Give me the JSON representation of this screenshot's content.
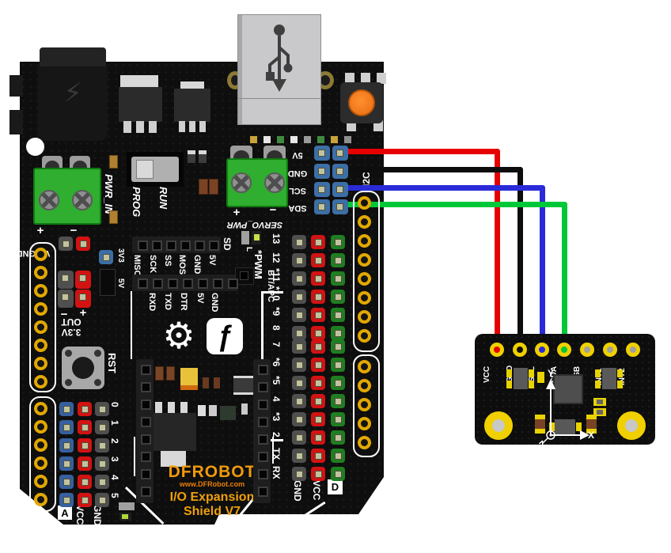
{
  "board": {
    "power_terminal": {
      "label": "PWR_IN",
      "plus": "+",
      "minus": "−"
    },
    "mode_switch": {
      "left": "PROG",
      "right": "RUN"
    },
    "servo_terminal": {
      "label": "SERVO_PWR",
      "plus": "+",
      "minus": "−"
    },
    "i2c_header": {
      "label": "I2C",
      "pins": [
        "5V",
        "GND",
        "SCL",
        "SDA"
      ]
    },
    "vin_out": {
      "label": "VINGND",
      "minus": "−",
      "plus": "+",
      "out_line1": "3.3V",
      "out_line2": "OUT"
    },
    "reset_button_label": "RST",
    "jumper": {
      "left": "3V3",
      "right": "5V"
    },
    "sd_header": {
      "label": "SD",
      "pins": [
        "MISO",
        "SCK",
        "SS",
        "MOSI",
        "GND",
        "5V"
      ]
    },
    "bt_header": {
      "label": "BT/APC",
      "pins": [
        "RXD",
        "TXD",
        "DTR",
        "5V",
        "GND"
      ]
    },
    "led_label": "L",
    "pwm_label": "*PWM",
    "digital": {
      "rows": [
        "13",
        "12",
        "*11",
        "*10",
        "*9",
        "8",
        "7",
        "*6",
        "*5",
        "4",
        "*3",
        "2",
        "TX",
        "RX"
      ],
      "cols": [
        "GND",
        "VCC",
        "D"
      ]
    },
    "analog": {
      "rows": [
        "0",
        "1",
        "2",
        "3",
        "4",
        "5"
      ],
      "cols": [
        "A",
        "VCC",
        "GND"
      ]
    },
    "logo": {
      "brand": "DFROBOT",
      "url": "www.DFRobot.com",
      "line1": "I/O Expansion",
      "line2": "Shield V7"
    }
  },
  "sensor": {
    "pins": [
      "VCC",
      "GND",
      "SCL",
      "SDA",
      "CSB",
      "INT1",
      "INT2"
    ],
    "axes": {
      "x": "X",
      "y": "Y",
      "z": "Z"
    }
  },
  "wires": [
    {
      "name": "power",
      "color": "#e60000",
      "from": "5V",
      "to": "VCC"
    },
    {
      "name": "ground",
      "color": "#0d0d0d",
      "from": "GND",
      "to": "GND"
    },
    {
      "name": "scl",
      "color": "#2a2ad8",
      "from": "SCL",
      "to": "SCL"
    },
    {
      "name": "sda",
      "color": "#00c838",
      "from": "SDA",
      "to": "SDA"
    }
  ],
  "colors": {
    "brand_orange": "#ef9a0a",
    "pcb_black": "#0e0e0e",
    "header_blue": "#3c6fa6",
    "pad_yellow": "#f0d000"
  }
}
